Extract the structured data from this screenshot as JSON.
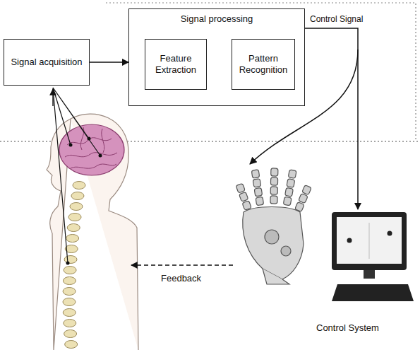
{
  "diagram": {
    "nodes": [
      {
        "text": [
          "Signal acquisition"
        ]
      },
      {
        "text": [
          "Signal processing"
        ]
      },
      {
        "text": [
          "Feature Extraction"
        ],
        "in": 1
      },
      {
        "text": [
          "Pattern Recognition"
        ],
        "in": 1
      }
    ],
    "edges": [
      {
        "from": 0,
        "to": 1,
        "arrow": "to"
      },
      {
        "from": 2,
        "to": 3,
        "arrow": "to"
      }
    ],
    "labels": [
      "Control Signal",
      "Feedback",
      "Control System"
    ]
  }
}
